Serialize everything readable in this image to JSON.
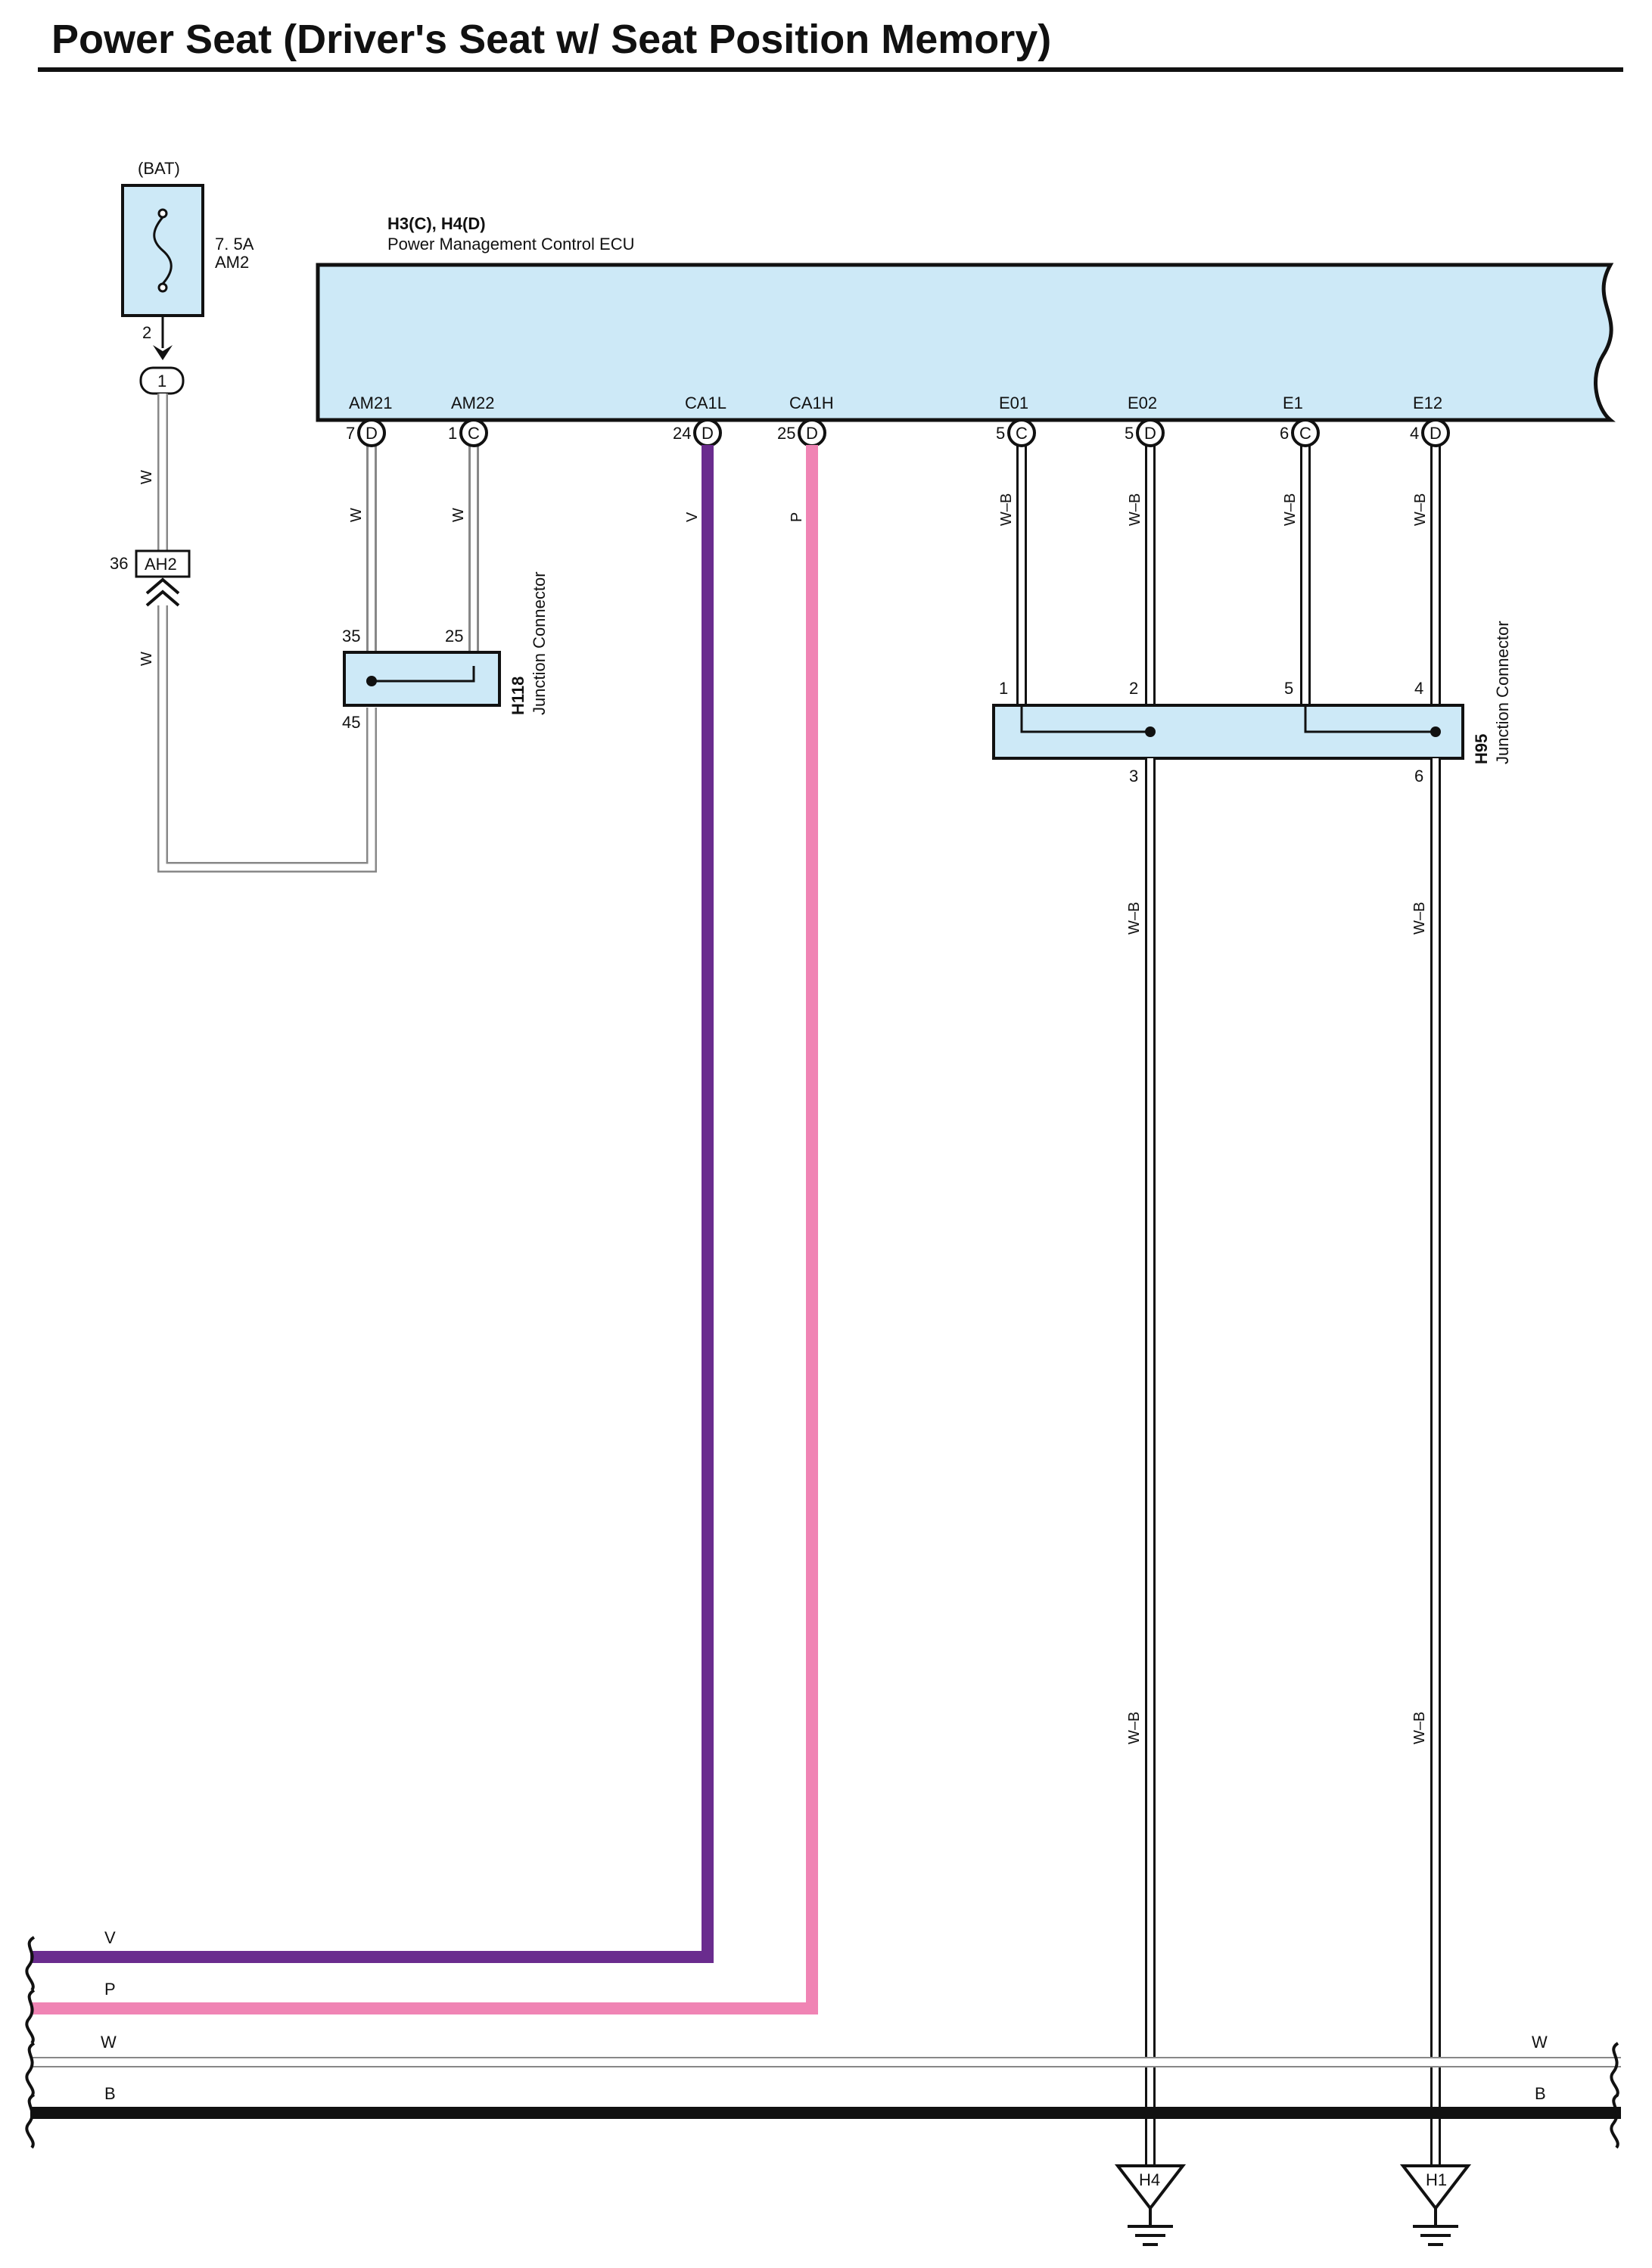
{
  "title": "Power Seat (Driver's Seat w/ Seat Position Memory)",
  "colors": {
    "ecu_fill": "#cde9f7",
    "wire_v": "#6a2c8e",
    "wire_p": "#f084b4",
    "wire_w_outline": "#888888",
    "wire_wb": "#111111",
    "wire_b": "#111111"
  },
  "fuse": {
    "source": "(BAT)",
    "rating": "7. 5A",
    "name": "AM2",
    "pin": "2",
    "connector_pin": "1"
  },
  "ah2": {
    "pin": "36",
    "name": "AH2"
  },
  "ecu": {
    "ref": "H3(C), H4(D)",
    "name": "Power Management Control ECU",
    "terminals": [
      {
        "name": "AM21",
        "pin": "7",
        "conn": "D",
        "wire": "W"
      },
      {
        "name": "AM22",
        "pin": "1",
        "conn": "C",
        "wire": "W"
      },
      {
        "name": "CA1L",
        "pin": "24",
        "conn": "D",
        "wire": "V"
      },
      {
        "name": "CA1H",
        "pin": "25",
        "conn": "D",
        "wire": "P"
      },
      {
        "name": "E01",
        "pin": "5",
        "conn": "C",
        "wire": "W–B"
      },
      {
        "name": "E02",
        "pin": "5",
        "conn": "D",
        "wire": "W–B"
      },
      {
        "name": "E1",
        "pin": "6",
        "conn": "C",
        "wire": "W–B"
      },
      {
        "name": "E12",
        "pin": "4",
        "conn": "D",
        "wire": "W–B"
      }
    ]
  },
  "h118": {
    "id": "H118",
    "name": "Junction Connector",
    "pins": [
      "35",
      "25",
      "45"
    ]
  },
  "h95": {
    "id": "H95",
    "name": "Junction Connector",
    "pins": [
      "1",
      "2",
      "5",
      "4",
      "3",
      "6"
    ]
  },
  "wire_labels": {
    "fuse_w_upper": "W",
    "fuse_w_lower": "W",
    "e02_lower_1": "W–B",
    "e02_lower_2": "W–B",
    "e12_lower_1": "W–B",
    "e12_lower_2": "W–B"
  },
  "bus": [
    {
      "label_left": "V",
      "label_right": ""
    },
    {
      "label_left": "P",
      "label_right": ""
    },
    {
      "label_left": "W",
      "label_right": "W"
    },
    {
      "label_left": "B",
      "label_right": "B"
    }
  ],
  "grounds": [
    "H4",
    "H1"
  ]
}
